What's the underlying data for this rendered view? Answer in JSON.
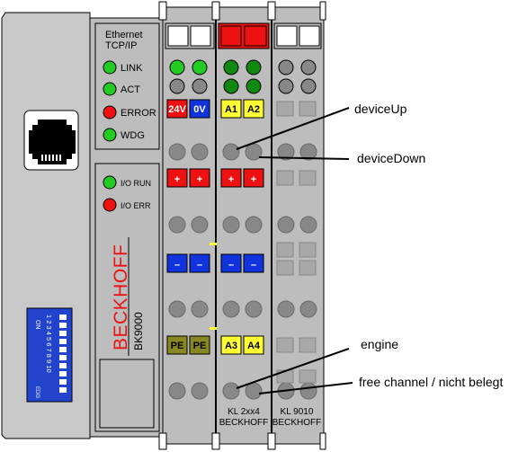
{
  "coupler": {
    "protocol_line1": "Ethernet",
    "protocol_line2": "TCP/IP",
    "leds": [
      {
        "label": "LINK",
        "color": "#22cc22"
      },
      {
        "label": "ACT",
        "color": "#22cc22"
      },
      {
        "label": "ERROR",
        "color": "#ee1111"
      },
      {
        "label": "WDG",
        "color": "#22cc22"
      }
    ],
    "io_leds": [
      {
        "label": "I/O RUN",
        "color": "#22cc22"
      },
      {
        "label": "I/O ERR",
        "color": "#ee1111"
      }
    ],
    "brand": "BECKHOFF",
    "model": "BK9000",
    "dip_on": "ON",
    "dip_numbers": "1 2 3 4 5 6 7 8 9 10",
    "dip_label": "EDG"
  },
  "terminals": {
    "power": {
      "top_left": "24V",
      "top_right": "0V",
      "bottom_left": "PE",
      "bottom_right": "PE"
    },
    "kl2xx4": {
      "a1": "A1",
      "a2": "A2",
      "a3": "A3",
      "a4": "A4",
      "name": "KL 2xx4",
      "brand": "BECKHOFF"
    },
    "kl9010": {
      "name": "KL 9010",
      "brand": "BECKHOFF"
    },
    "plus": "+",
    "minus": "–"
  },
  "annotations": {
    "device_up": "deviceUp",
    "device_down": "deviceDown",
    "engine": "engine",
    "free_channel": "free channel / nicht belegt"
  },
  "colors": {
    "led_green": "#22cc22",
    "led_red": "#ee1111",
    "label_yellow": "#ffff33",
    "label_red": "#ee1111",
    "label_blue": "#1133dd",
    "label_olive": "#888822",
    "housing_gray": "#bdbdbd",
    "dip_blue": "#2244cc"
  }
}
